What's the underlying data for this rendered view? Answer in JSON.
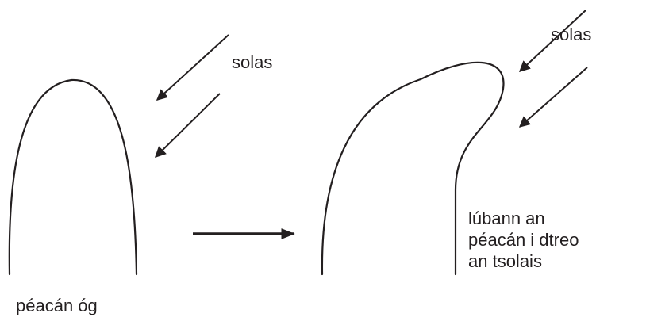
{
  "labels": {
    "light_left": "solas",
    "light_right": "solas",
    "young_shoot": "péacán óg",
    "bend_line1": "lúbann an",
    "bend_line2": "péacán i dtreo",
    "bend_line3": "an tsolais"
  },
  "colors": {
    "ink": "#231f20",
    "background": "#ffffff"
  }
}
